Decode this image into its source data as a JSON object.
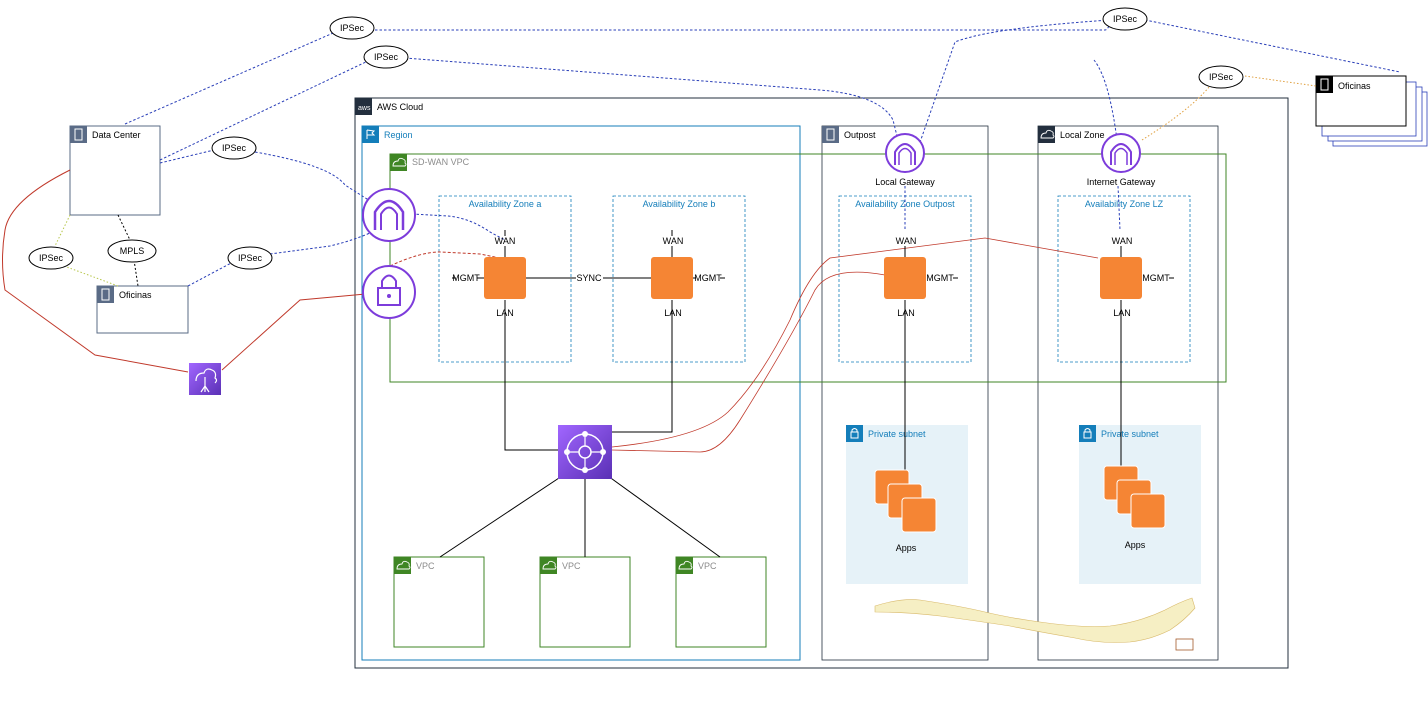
{
  "labels": {
    "aws_cloud": "AWS Cloud",
    "region": "Region",
    "sdwan_vpc": "SD-WAN VPC",
    "outpost": "Outpost",
    "local_zone": "Local Zone",
    "local_gateway": "Local Gateway",
    "internet_gateway": "Internet Gateway",
    "az_a": "Availability Zone a",
    "az_b": "Availability Zone b",
    "az_outpost": "Availability Zone Outpost",
    "az_lz": "Availability Zone LZ",
    "data_center": "Data Center",
    "oficinas_left": "Oficinas",
    "oficinas_right": "Oficinas",
    "private_subnet_outpost": "Private subnet",
    "private_subnet_lz": "Private subnet",
    "apps_outpost": "Apps",
    "apps_lz": "Apps",
    "vpc1": "VPC",
    "vpc2": "VPC",
    "vpc3": "VPC",
    "sync": "SYNC",
    "wan": "WAN",
    "lan": "LAN",
    "mgmt": "MGMT",
    "ipsec": "IPSec",
    "mpls": "MPLS",
    "aws_logo": "aws"
  },
  "colors": {
    "region_border": "#147eba",
    "vpc_border": "#3f8624",
    "outpost_border": "#232f3e",
    "az_border": "#147eba",
    "ipsec_line": "#2a3fb8",
    "red_line": "#c0392b",
    "appliance_orange": "#f58534",
    "purple": "#7d3cdb",
    "subnet_fill": "#e6f2f8",
    "onprem_border": "#5a6b86",
    "dotted_orange": "#e0a040"
  }
}
